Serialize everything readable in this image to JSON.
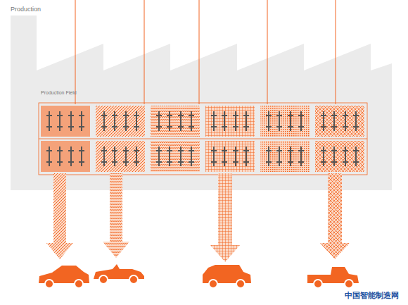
{
  "diagram": {
    "title": "Production",
    "labels": [
      "Production Field",
      "中国智能制造网"
    ]
  }
}
